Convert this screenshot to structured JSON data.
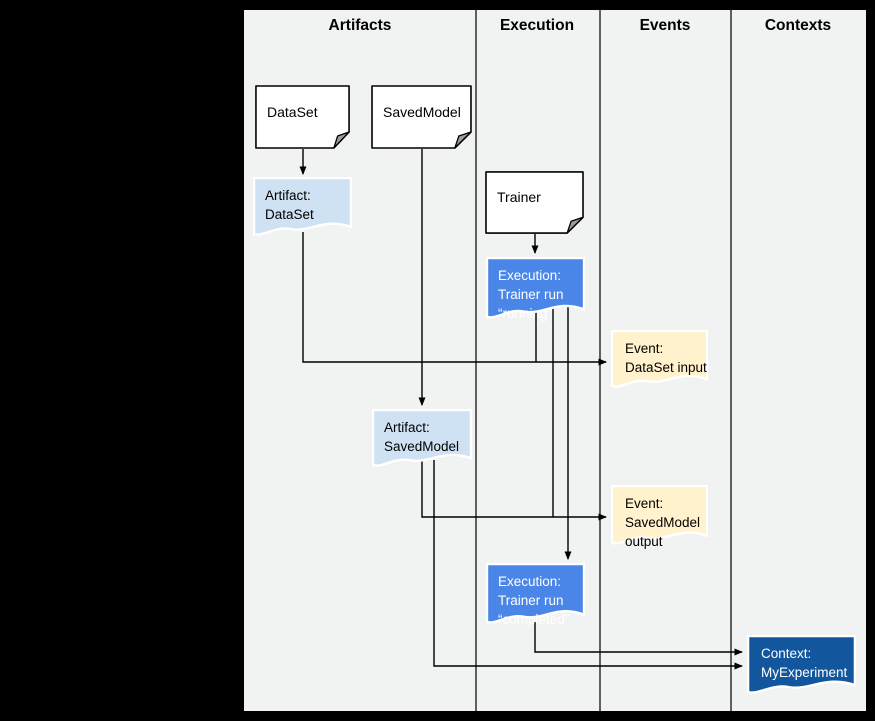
{
  "diagram": {
    "columns": [
      {
        "label": "Artifacts"
      },
      {
        "label": "Execution"
      },
      {
        "label": "Events"
      },
      {
        "label": "Contexts"
      }
    ],
    "nodes": {
      "doc_dataset": {
        "type": "document",
        "label": "DataSet"
      },
      "doc_savedmodel": {
        "type": "document",
        "label": "SavedModel"
      },
      "doc_trainer": {
        "type": "document",
        "label": "Trainer"
      },
      "artifact_dataset": {
        "type": "artifact",
        "lines": [
          "Artifact:",
          "DataSet"
        ]
      },
      "exec_running": {
        "type": "execution",
        "lines": [
          "Execution:",
          "Trainer run",
          "“running”"
        ]
      },
      "event_dataset_input": {
        "type": "event",
        "lines": [
          "Event:",
          "DataSet input"
        ]
      },
      "artifact_savedmodel": {
        "type": "artifact",
        "lines": [
          "Artifact:",
          "SavedModel"
        ]
      },
      "event_savedmodel_output": {
        "type": "event",
        "lines": [
          "Event:",
          "SavedModel",
          "output"
        ]
      },
      "exec_completed": {
        "type": "execution",
        "lines": [
          "Execution:",
          "Trainer run",
          "“completed”"
        ]
      },
      "context_myexperiment": {
        "type": "context",
        "lines": [
          "Context:",
          "MyExperiment"
        ]
      }
    },
    "connectors": [
      {
        "from": "DataSet",
        "to": "Artifact: DataSet"
      },
      {
        "from": "SavedModel",
        "to": "Artifact: SavedModel"
      },
      {
        "from": "Trainer",
        "to": "Execution: Trainer run “running”"
      },
      {
        "from": "Artifact: DataSet",
        "to": "Event: DataSet input"
      },
      {
        "from": "Execution: Trainer run “running”",
        "to": "Event: DataSet input"
      },
      {
        "from": "Artifact: SavedModel",
        "to": "Event: SavedModel output"
      },
      {
        "from": "Execution: Trainer run “running”",
        "to": "Event: SavedModel output"
      },
      {
        "from": "Execution: Trainer run “running”",
        "to": "Execution: Trainer run “completed”"
      },
      {
        "from": "Execution: Trainer run “completed”",
        "to": "Context: MyExperiment"
      },
      {
        "from": "Artifact: SavedModel",
        "to": "Context: MyExperiment"
      }
    ],
    "colors": {
      "page_bg": "#000000",
      "canvas_bg": "#f1f2f2",
      "document_fill": "#ffffff",
      "artifact_fill": "#cfe2f3",
      "execution_fill": "#4a86e8",
      "event_fill": "#fff2cc",
      "context_fill": "#12569e",
      "line": "#000000"
    }
  }
}
